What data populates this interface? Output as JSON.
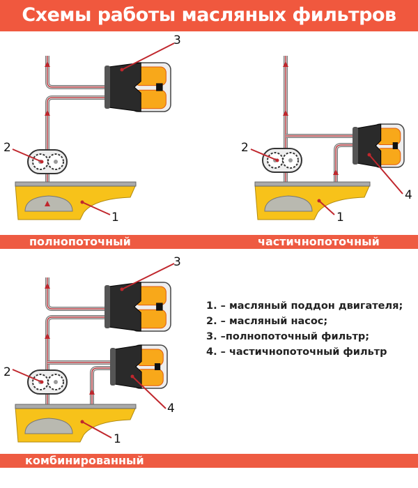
{
  "title": "Схемы работы масляных фильтров",
  "schemes": [
    {
      "label": "полнопоточный"
    },
    {
      "label": "частичнопоточный"
    },
    {
      "label": "комбинированный"
    }
  ],
  "callouts": {
    "pan": "1",
    "pump": "2",
    "full_filter": "3",
    "partial_filter": "4"
  },
  "legend": [
    "1. – масляный поддон двигателя;",
    "2. – масляный насос;",
    "3. –полнопоточный фильтр;",
    "4. – частичнопоточный фильтр"
  ],
  "colors": {
    "accent": "#f0583e",
    "oil": "#f7c21a",
    "flow": "#c0272d"
  }
}
